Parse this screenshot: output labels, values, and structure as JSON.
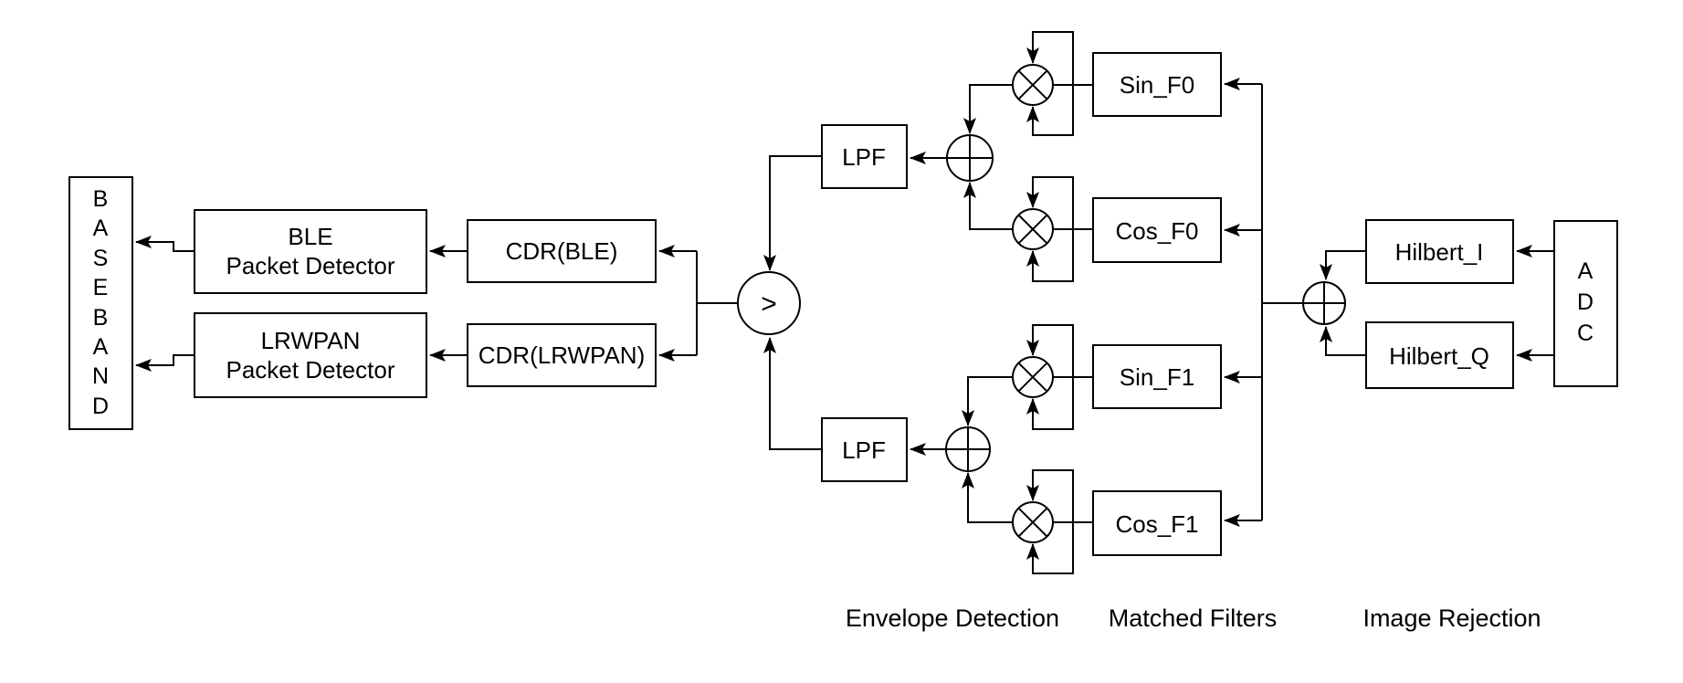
{
  "diagram": {
    "background_color": "#ffffff",
    "line_color": "#000000",
    "nodes": {
      "baseband": {
        "letters": [
          "B",
          "A",
          "S",
          "E",
          "B",
          "A",
          "N",
          "D"
        ]
      },
      "ble_detector": {
        "line1": "BLE",
        "line2": "Packet Detector"
      },
      "lrwpan_detector": {
        "line1": "LRWPAN",
        "line2": "Packet Detector"
      },
      "cdr_ble": {
        "label": "CDR(BLE)"
      },
      "cdr_lrwpan": {
        "label": "CDR(LRWPAN)"
      },
      "comparator": {
        "symbol": ">"
      },
      "lpf_top": {
        "label": "LPF"
      },
      "lpf_bottom": {
        "label": "LPF"
      },
      "sin_f0": {
        "label": "Sin_F0"
      },
      "cos_f0": {
        "label": "Cos_F0"
      },
      "sin_f1": {
        "label": "Sin_F1"
      },
      "cos_f1": {
        "label": "Cos_F1"
      },
      "hilbert_i": {
        "label": "Hilbert_I"
      },
      "hilbert_q": {
        "label": "Hilbert_Q"
      },
      "adc": {
        "letters": [
          "A",
          "D",
          "C"
        ]
      }
    },
    "captions": {
      "envelope_detection": "Envelope Detection",
      "matched_filters": "Matched Filters",
      "image_rejection": "Image Rejection"
    }
  }
}
